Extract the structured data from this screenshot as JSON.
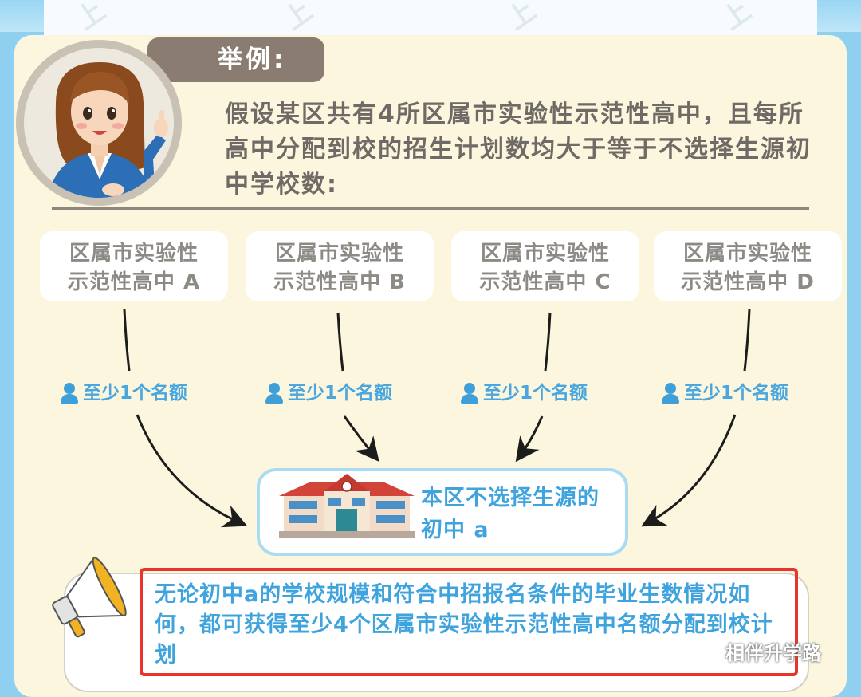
{
  "example_tag": "举例:",
  "intro_text": "假设某区共有4所区属市实验性示范性高中，且每所高中分配到校的招生计划数均大于等于不选择生源初中学校数:",
  "schools": [
    {
      "line1": "区属市实验性",
      "line2": "示范性高中 A"
    },
    {
      "line1": "区属市实验性",
      "line2": "示范性高中 B"
    },
    {
      "line1": "区属市实验性",
      "line2": "示范性高中 C"
    },
    {
      "line1": "区属市实验性",
      "line2": "示范性高中 D"
    }
  ],
  "quota_label": "至少1个名额",
  "target": {
    "line1": "本区不选择生源的",
    "line2": "初中 a"
  },
  "conclusion": "无论初中a的学校规模和符合中招报名条件的毕业生数情况如何，都可获得至少4个区属市实验性示范性高中名额分配到校计划",
  "watermark_account": "相伴升学路",
  "watermark_mark": "上",
  "colors": {
    "accent_blue": "#3fa3dd",
    "highlight_red": "#e8352c",
    "card_bg": "#fbf6dd",
    "tag_bg": "#8a7c70"
  }
}
